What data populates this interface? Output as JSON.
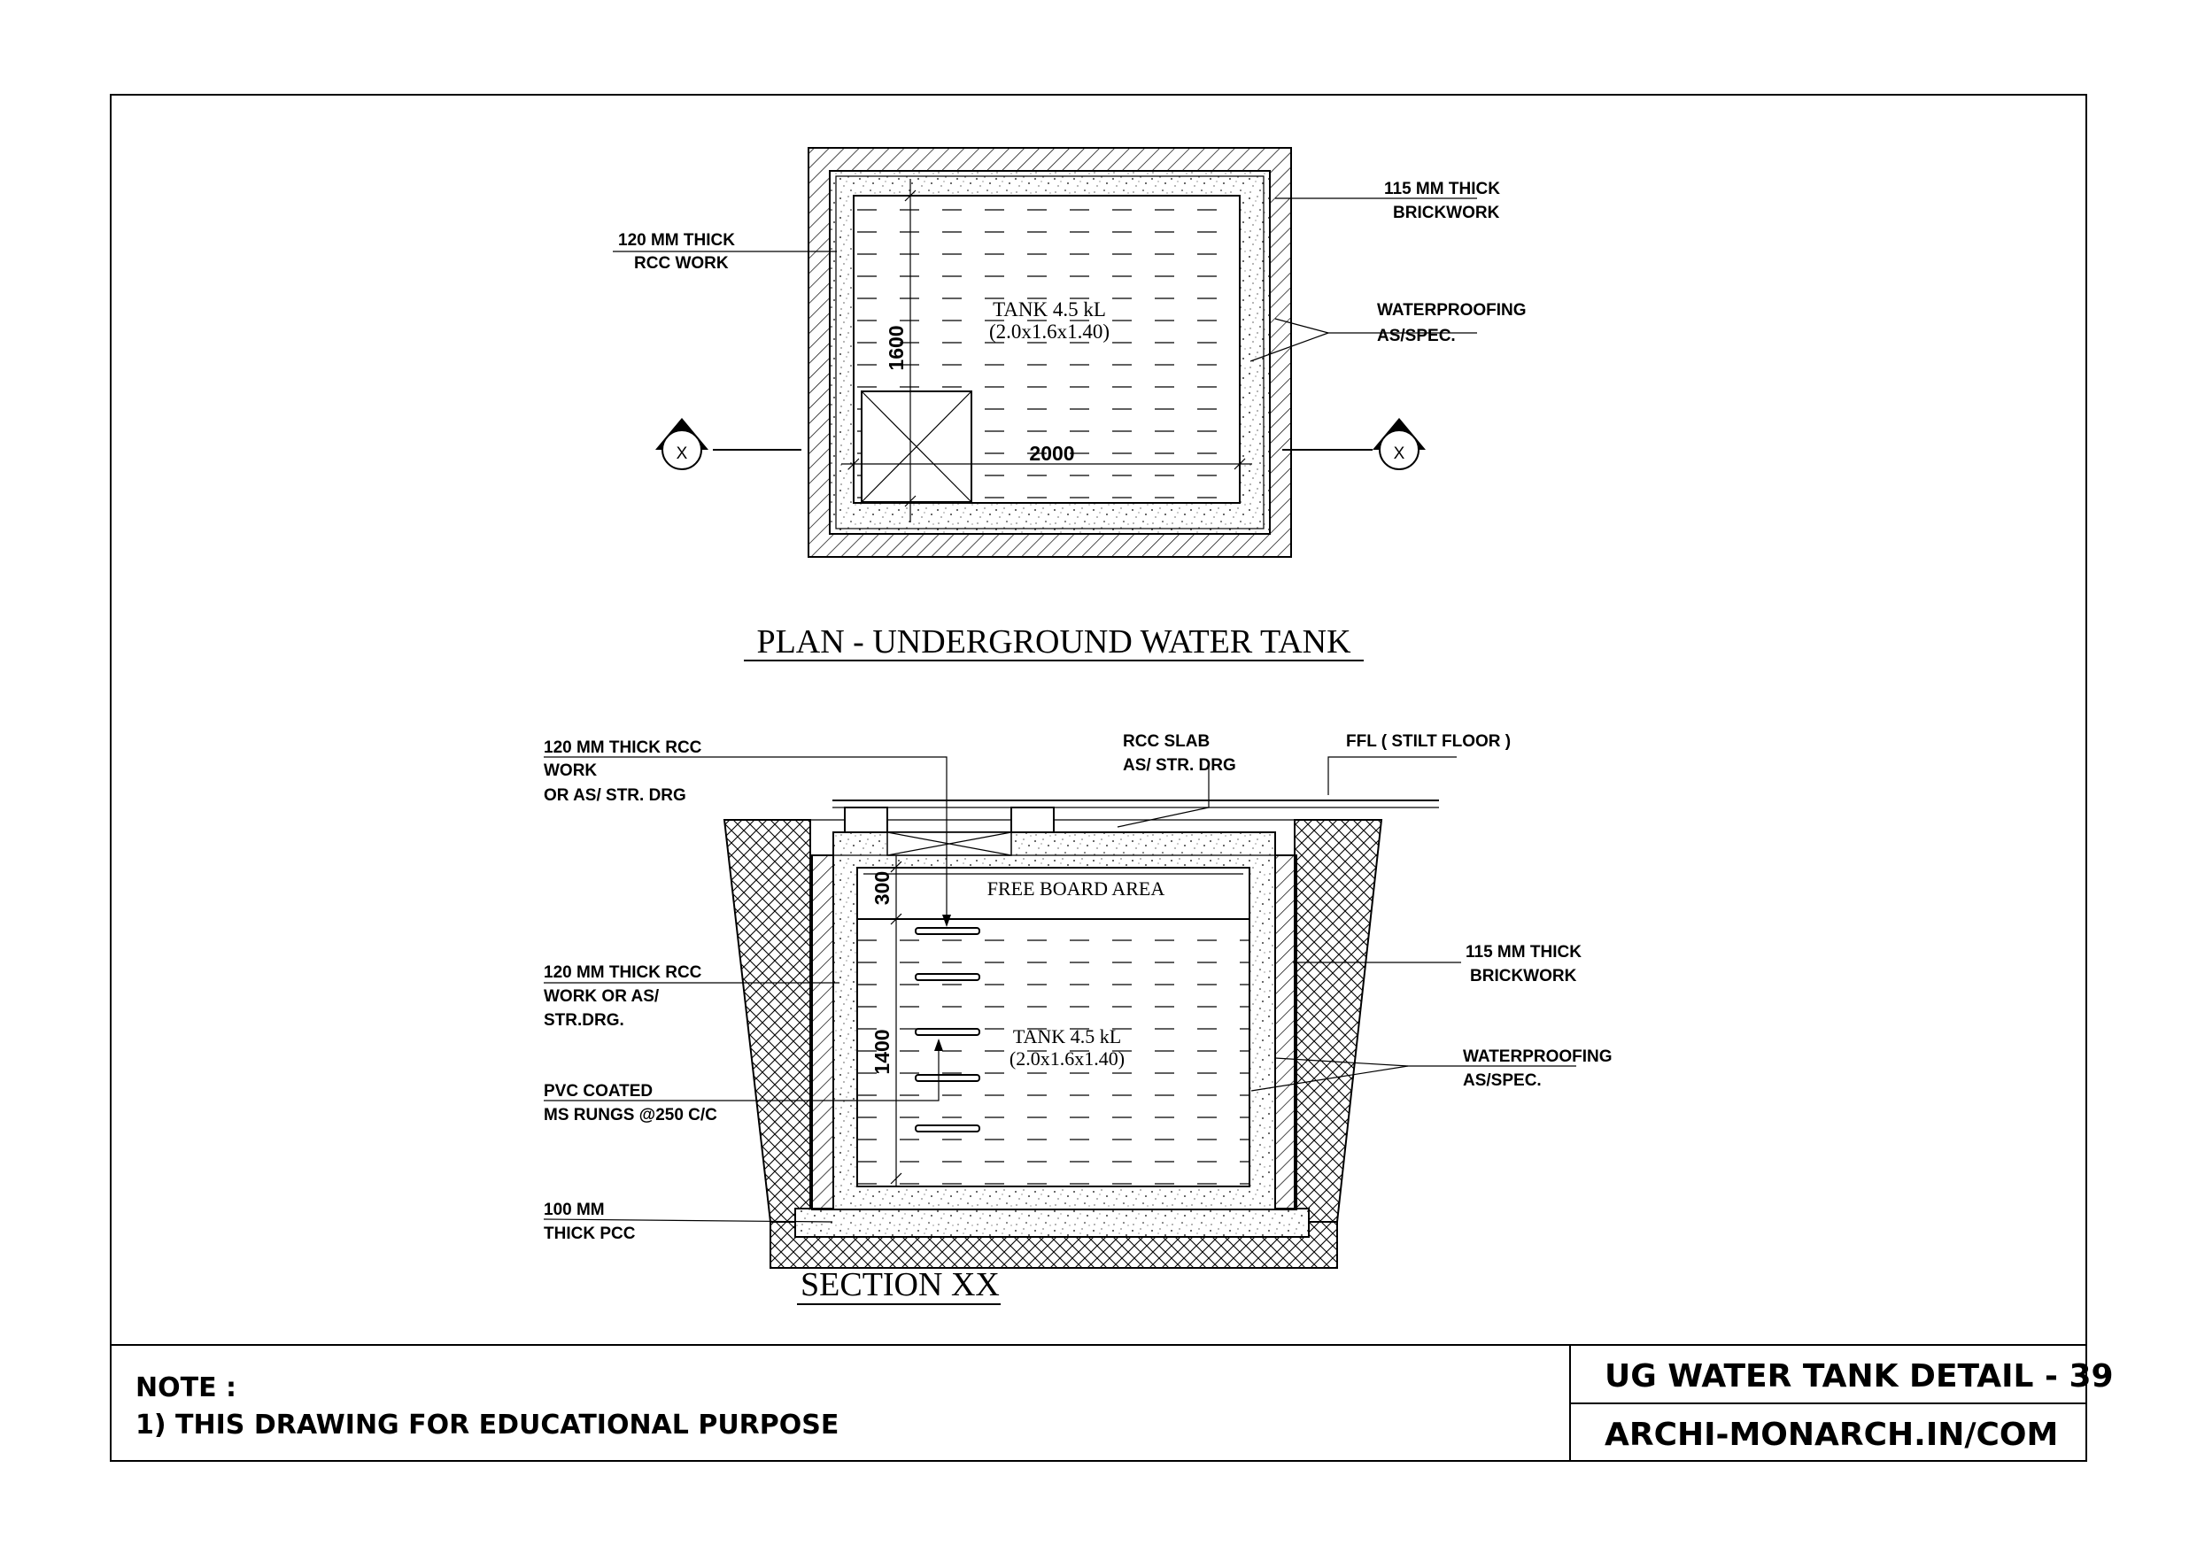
{
  "plan": {
    "title": "PLAN - UNDERGROUND WATER TANK",
    "labels": {
      "rcc_work": [
        "120 MM THICK",
        "RCC WORK"
      ],
      "brickwork": [
        "115 MM THICK",
        "BRICKWORK"
      ],
      "waterproofing": [
        "WATERPROOFING",
        "AS/SPEC."
      ]
    },
    "tank_text": [
      "TANK 4.5 kL",
      "(2.0x1.6x1.40)"
    ],
    "dim_length": "2000",
    "dim_width": "1600",
    "section_marker": "X"
  },
  "section": {
    "title": "SECTION XX",
    "labels": {
      "rcc_top": [
        "120 MM THICK RCC",
        "WORK",
        "OR AS/ STR. DRG"
      ],
      "rcc_slab": [
        "RCC SLAB",
        "AS/ STR. DRG"
      ],
      "ffl": "FFL ( STILT FLOOR )",
      "rcc_wall": [
        "120 MM THICK RCC",
        "WORK OR AS/",
        "STR.DRG."
      ],
      "rungs": [
        "PVC COATED",
        "MS RUNGS @250 C/C"
      ],
      "pcc": [
        "100 MM",
        "THICK PCC"
      ],
      "brickwork": [
        "115 MM THICK",
        "BRICKWORK"
      ],
      "waterproofing": [
        "WATERPROOFING",
        "AS/SPEC."
      ]
    },
    "free_board": "FREE BOARD AREA",
    "tank_text": [
      "TANK 4.5 kL",
      "(2.0x1.6x1.40)"
    ],
    "dim_freeboard": "300",
    "dim_depth": "1400"
  },
  "footer": {
    "note_heading": "NOTE :",
    "note_line": "1) THIS DRAWING FOR EDUCATIONAL PURPOSE",
    "sheet_title": "UG WATER TANK DETAIL - 39",
    "website": "ARCHI-MONARCH.IN/COM"
  }
}
